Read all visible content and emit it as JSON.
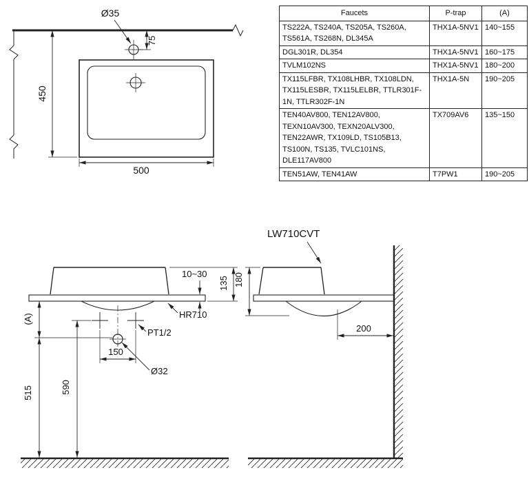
{
  "table": {
    "headers": {
      "faucets": "Faucets",
      "ptrap": "P-trap",
      "a": "(A)"
    },
    "rows": [
      {
        "faucets": "TS222A, TS240A, TS205A, TS260A, TS561A, TS268N, DL345A",
        "ptrap": "THX1A-5NV1",
        "a": "140~155"
      },
      {
        "faucets": "DGL301R, DL354",
        "ptrap": "THX1A-5NV1",
        "a": "160~175"
      },
      {
        "faucets": "TVLM102NS",
        "ptrap": "THX1A-5NV1",
        "a": "180~200"
      },
      {
        "faucets": "TX115LFBR, TX108LHBR, TX108LDN, TX115LESBR, TX115LELBR, TTLR301F-1N, TTLR302F-1N",
        "ptrap": "THX1A-5N",
        "a": "190~205"
      },
      {
        "faucets": "TEN40AV800, TEN12AV800, TEXN10AV300, TEXN20ALV300, TEN22AWR, TX109LD, TS105B13, TS100N, TS135, TVLC101NS, DLE117AV800",
        "ptrap": "TX709AV6",
        "a": "135~150"
      },
      {
        "faucets": "TEN51AW, TEN41AW",
        "ptrap": "T7PW1",
        "a": "190~205"
      }
    ]
  },
  "top_view": {
    "faucet_hole_dia": "Ø35",
    "hole_to_wall": "75",
    "depth": "450",
    "width": "500"
  },
  "front_view": {
    "rim_range": "10~30",
    "rim_height": "135",
    "bracket_model": "HR710",
    "trap_dim": "(A)",
    "supply_thread": "PT1/2",
    "supply_spacing": "150",
    "drain_dia": "Ø32",
    "drain_height": "515",
    "supply_height": "590"
  },
  "side_view": {
    "model": "LW710CVT",
    "body_height": "180",
    "drain_to_wall": "200"
  },
  "colors": {
    "line": "#222222",
    "background": "#ffffff"
  }
}
